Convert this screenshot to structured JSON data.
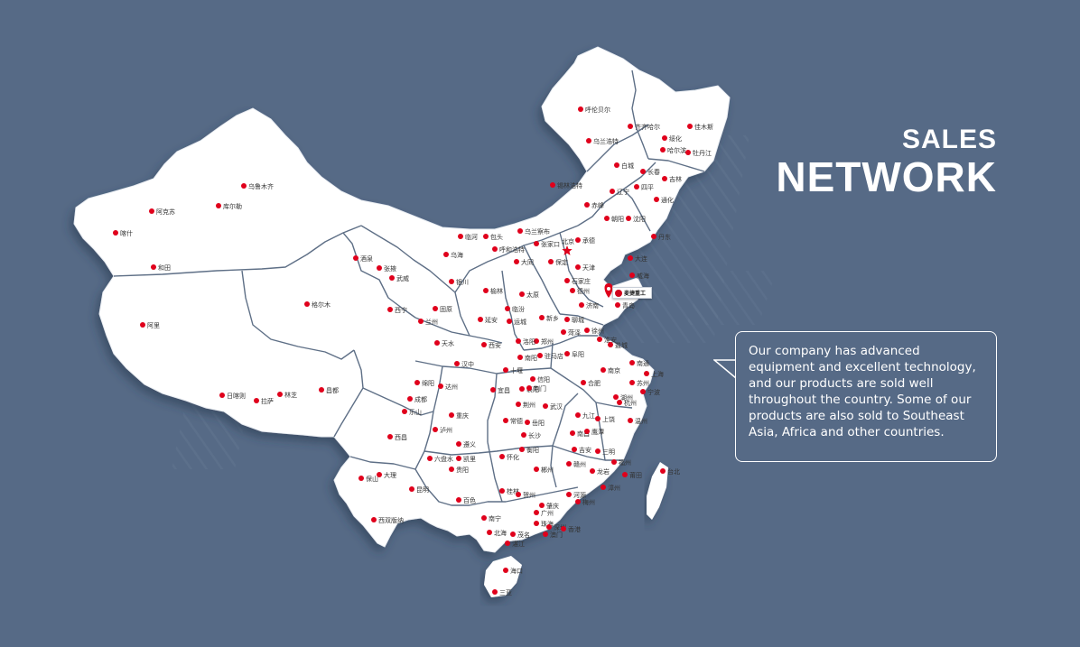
{
  "title": {
    "line1": "SALES",
    "line2": "NETWORK"
  },
  "description": "Our company has advanced equipment and excellent technology, and our products are sold well throughout the country. Some of our products are also sold to Southeast Asia, Africa and other countries.",
  "logo_label": "麦捷重工",
  "colors": {
    "background": "#566a86",
    "land": "#ffffff",
    "border": "#5e6f86",
    "dot": "#e0001b",
    "text": "#333333"
  },
  "capital": {
    "name": "北京",
    "icon": "star-icon"
  },
  "headquarters": {
    "name": "青岛",
    "icon": "map-pin-icon"
  },
  "cities": [
    "呼伦贝尔",
    "齐齐哈尔",
    "佳木斯",
    "乌兰浩特",
    "绥化",
    "哈尔滨",
    "牡丹江",
    "白城",
    "长春",
    "吉林",
    "四平",
    "通化",
    "锡林浩特",
    "辽宁",
    "赤峰",
    "朝阳",
    "沈阳",
    "丹东",
    "大连",
    "乌鲁木齐",
    "阿克苏",
    "库尔勒",
    "喀什",
    "和田",
    "阿里",
    "日喀则",
    "拉萨",
    "林芝",
    "昌都",
    "临河",
    "包头",
    "乌兰察布",
    "张家口",
    "承德",
    "呼和浩特",
    "大同",
    "保定",
    "天津",
    "酒泉",
    "张掖",
    "乌海",
    "银川",
    "榆林",
    "石家庄",
    "武威",
    "西宁",
    "格尔木",
    "固原",
    "太原",
    "威海",
    "德州",
    "济南",
    "兰州",
    "延安",
    "临汾",
    "运城",
    "新乡",
    "聊城",
    "菏泽",
    "天水",
    "郑州",
    "洛阳",
    "徐州",
    "淮安",
    "盐城",
    "汉中",
    "西安",
    "南阳",
    "驻马店",
    "阜阳",
    "南通",
    "上海",
    "绵阳",
    "十堰",
    "信阳",
    "南京",
    "苏州",
    "达州",
    "襄阳",
    "合肥",
    "湖州",
    "宁波",
    "成都",
    "乐山",
    "宜昌",
    "荆门",
    "荆州",
    "九江",
    "杭州",
    "重庆",
    "武汉",
    "西昌",
    "泸州",
    "遵义",
    "常德",
    "岳阳",
    "南昌",
    "上饶",
    "温州",
    "长沙",
    "鹰潭",
    "吉安",
    "三明",
    "福州",
    "六盘水",
    "凯里",
    "衡阳",
    "赣州",
    "龙岩",
    "莆田",
    "怀化",
    "贵阳",
    "郴州",
    "漳州",
    "台北",
    "保山",
    "大理",
    "昆明",
    "百色",
    "桂林",
    "贺州",
    "梅州",
    "肇庆",
    "河源",
    "广州",
    "南宁",
    "珠海",
    "深圳",
    "香港",
    "西双版纳",
    "北海",
    "澳门",
    "茂名",
    "湛江",
    "海口",
    "三亚"
  ]
}
